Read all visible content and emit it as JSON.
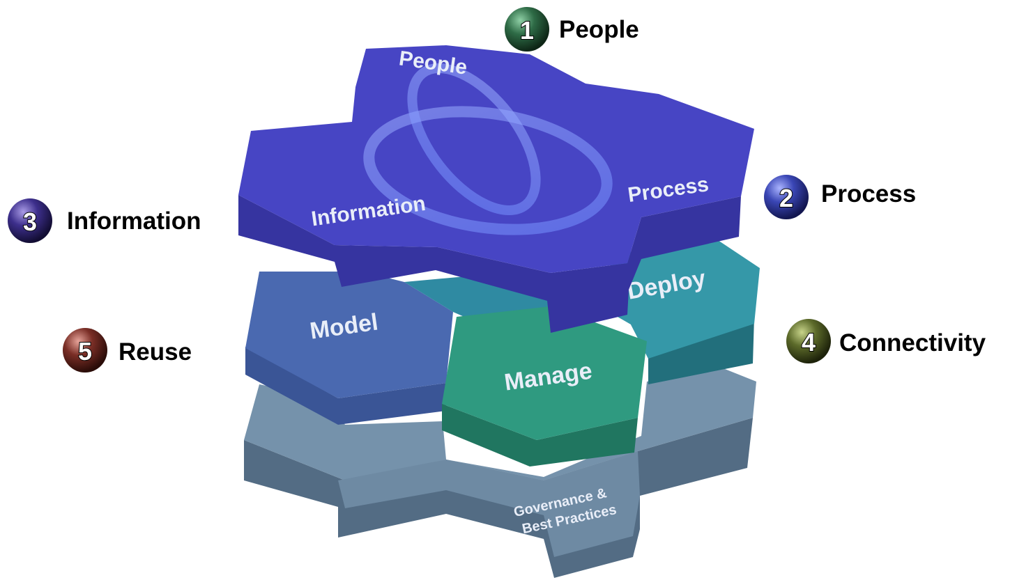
{
  "top_layer": {
    "labels": {
      "people": "People",
      "process": "Process",
      "information": "Information"
    }
  },
  "middle_layer": {
    "model": "Model",
    "deploy": "Deploy",
    "manage": "Manage"
  },
  "bottom_layer": {
    "line1": "Governance &",
    "line2": "Best Practices"
  },
  "callouts": [
    {
      "number": "1",
      "label": "People",
      "color": "#2e6b46"
    },
    {
      "number": "2",
      "label": "Process",
      "color": "#3a46b5"
    },
    {
      "number": "3",
      "label": "Information",
      "color": "#3d2f8c"
    },
    {
      "number": "4",
      "label": "Connectivity",
      "color": "#5c6a2a"
    },
    {
      "number": "5",
      "label": "Reuse",
      "color": "#7a2e26"
    }
  ],
  "colors": {
    "top_face": "#4745c4",
    "top_side": "#3634a0",
    "model_face": "#4a69b0",
    "deploy_face": "#3598a8",
    "manage_face": "#2f9a80",
    "governance_face": "#7592ab"
  }
}
